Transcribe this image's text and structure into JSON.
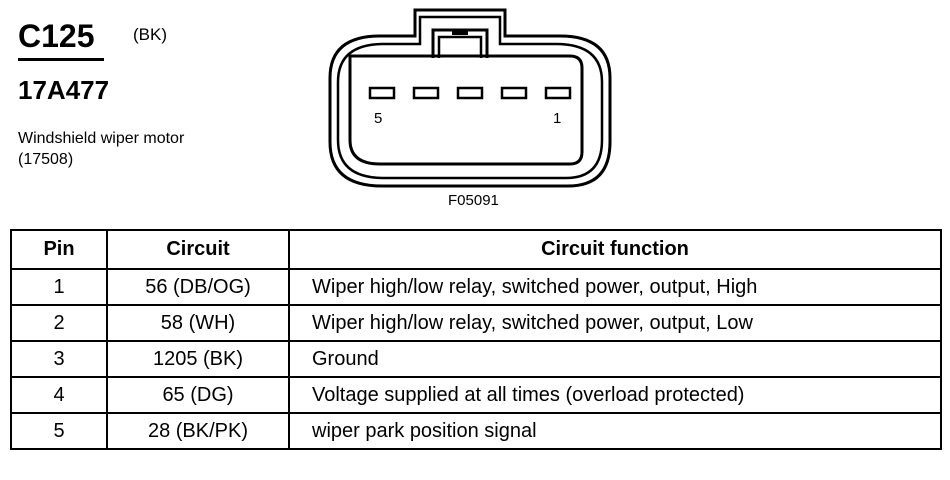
{
  "connector": {
    "id": "C125",
    "color": "(BK)",
    "part_number": "17A477",
    "description": "Windshield wiper motor (17508)",
    "figure_code": "F05091",
    "pin_labels": {
      "left": "5",
      "right": "1"
    },
    "cavity_count": 5
  },
  "table": {
    "headers": {
      "pin": "Pin",
      "circuit": "Circuit",
      "function": "Circuit function"
    },
    "rows": [
      {
        "pin": "1",
        "circuit": "56 (DB/OG)",
        "function": "Wiper high/low relay, switched power, output, High"
      },
      {
        "pin": "2",
        "circuit": "58 (WH)",
        "function": "Wiper high/low relay, switched power, output, Low"
      },
      {
        "pin": "3",
        "circuit": "1205 (BK)",
        "function": "Ground"
      },
      {
        "pin": "4",
        "circuit": "65 (DG)",
        "function": "Voltage supplied at all times (overload protected)"
      },
      {
        "pin": "5",
        "circuit": "28 (BK/PK)",
        "function": "wiper park position signal"
      }
    ]
  }
}
